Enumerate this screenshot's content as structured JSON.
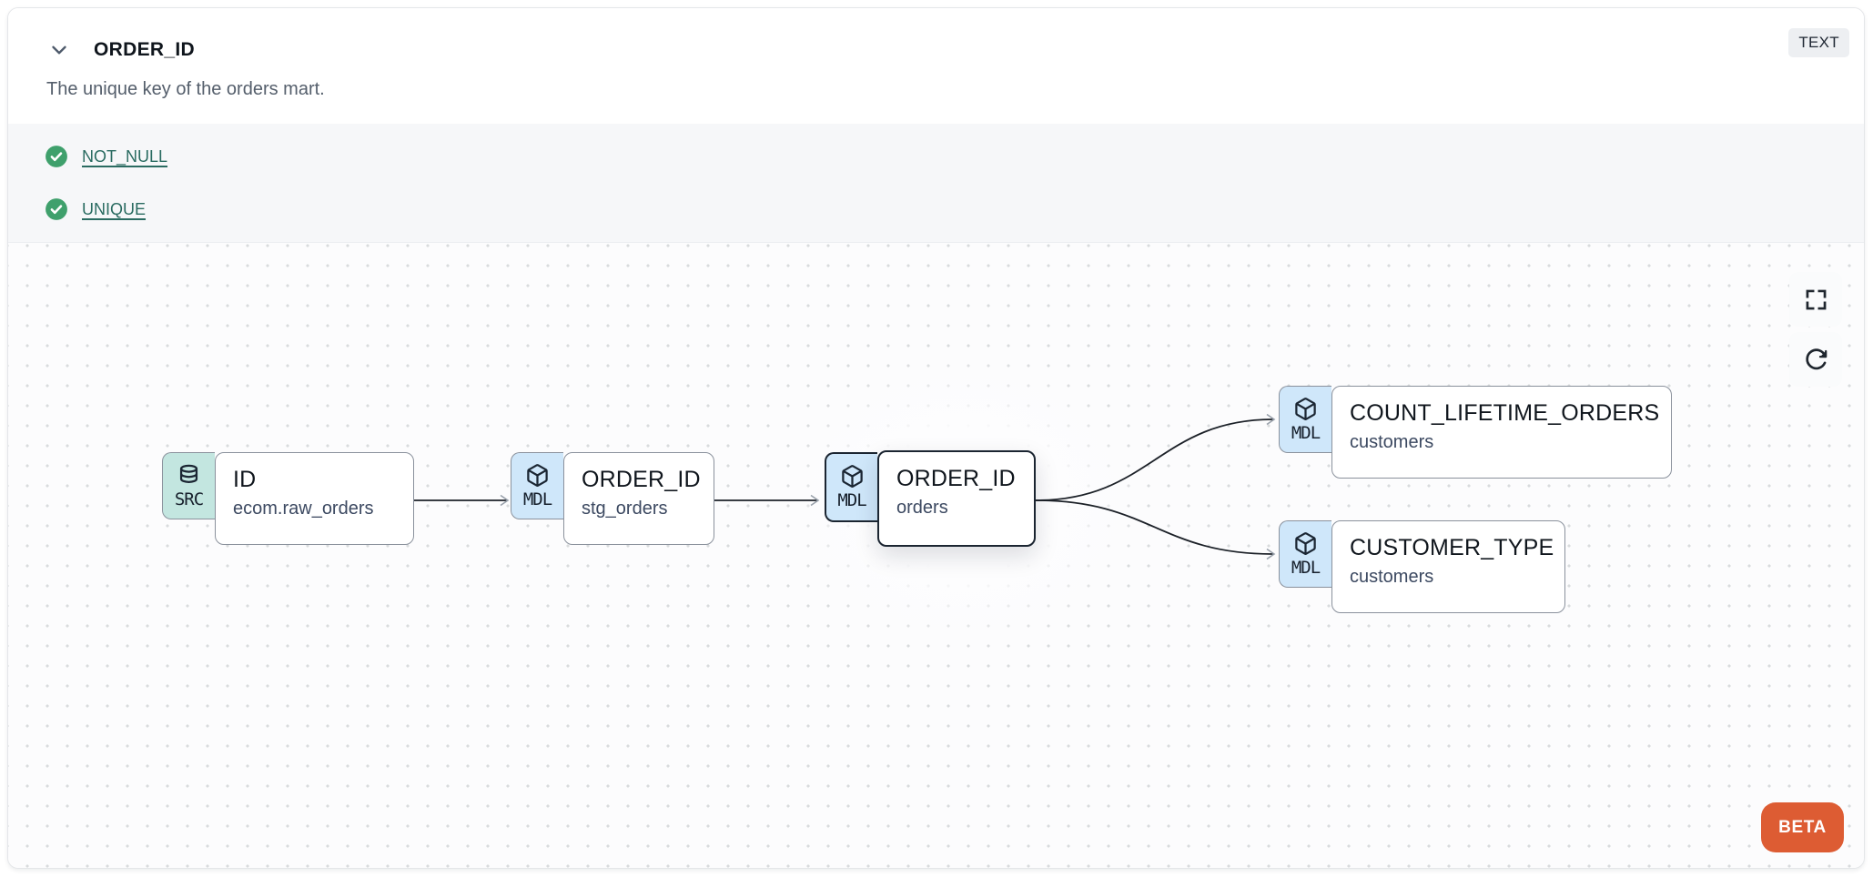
{
  "header": {
    "title": "ORDER_ID",
    "type_badge": "TEXT",
    "description": "The unique key of the orders mart."
  },
  "tests": [
    {
      "icon": "check-circle-icon",
      "label": "NOT_NULL",
      "status": "pass"
    },
    {
      "icon": "check-circle-icon",
      "label": "UNIQUE",
      "status": "pass"
    }
  ],
  "lineage": {
    "nodes": [
      {
        "id": "raw_orders",
        "badge": "SRC",
        "icon": "database-icon",
        "title": "ID",
        "subtitle": "ecom.raw_orders",
        "selected": false
      },
      {
        "id": "stg_orders",
        "badge": "MDL",
        "icon": "cube-icon",
        "title": "ORDER_ID",
        "subtitle": "stg_orders",
        "selected": false
      },
      {
        "id": "orders",
        "badge": "MDL",
        "icon": "cube-icon",
        "title": "ORDER_ID",
        "subtitle": "orders",
        "selected": true
      },
      {
        "id": "count_lifetime_orders",
        "badge": "MDL",
        "icon": "cube-icon",
        "title": "COUNT_LIFETIME_ORDERS",
        "subtitle": "customers",
        "selected": false
      },
      {
        "id": "customer_type",
        "badge": "MDL",
        "icon": "cube-icon",
        "title": "CUSTOMER_TYPE",
        "subtitle": "customers",
        "selected": false
      }
    ],
    "edges": [
      {
        "from": "raw_orders",
        "to": "stg_orders"
      },
      {
        "from": "stg_orders",
        "to": "orders"
      },
      {
        "from": "orders",
        "to": "count_lifetime_orders"
      },
      {
        "from": "orders",
        "to": "customer_type"
      }
    ]
  },
  "beta_label": "BETA",
  "colors": {
    "accent_orange": "#dd5c33",
    "src_badge_bg": "#c3e6e0",
    "mdl_badge_bg": "#cfe7fa",
    "test_green": "#3fa06c",
    "link_teal": "#2a6b61",
    "node_border": "#8a919c",
    "selected_border": "#1b2531",
    "title_color": "#10161d",
    "muted_color": "#545e6b",
    "node_subtitle_color": "#3c4961",
    "badge_text_color": "#17202c",
    "type_badge_bg": "#edeff2",
    "edge_color": "#1c2128",
    "arrow_color": "#99a1ab"
  }
}
